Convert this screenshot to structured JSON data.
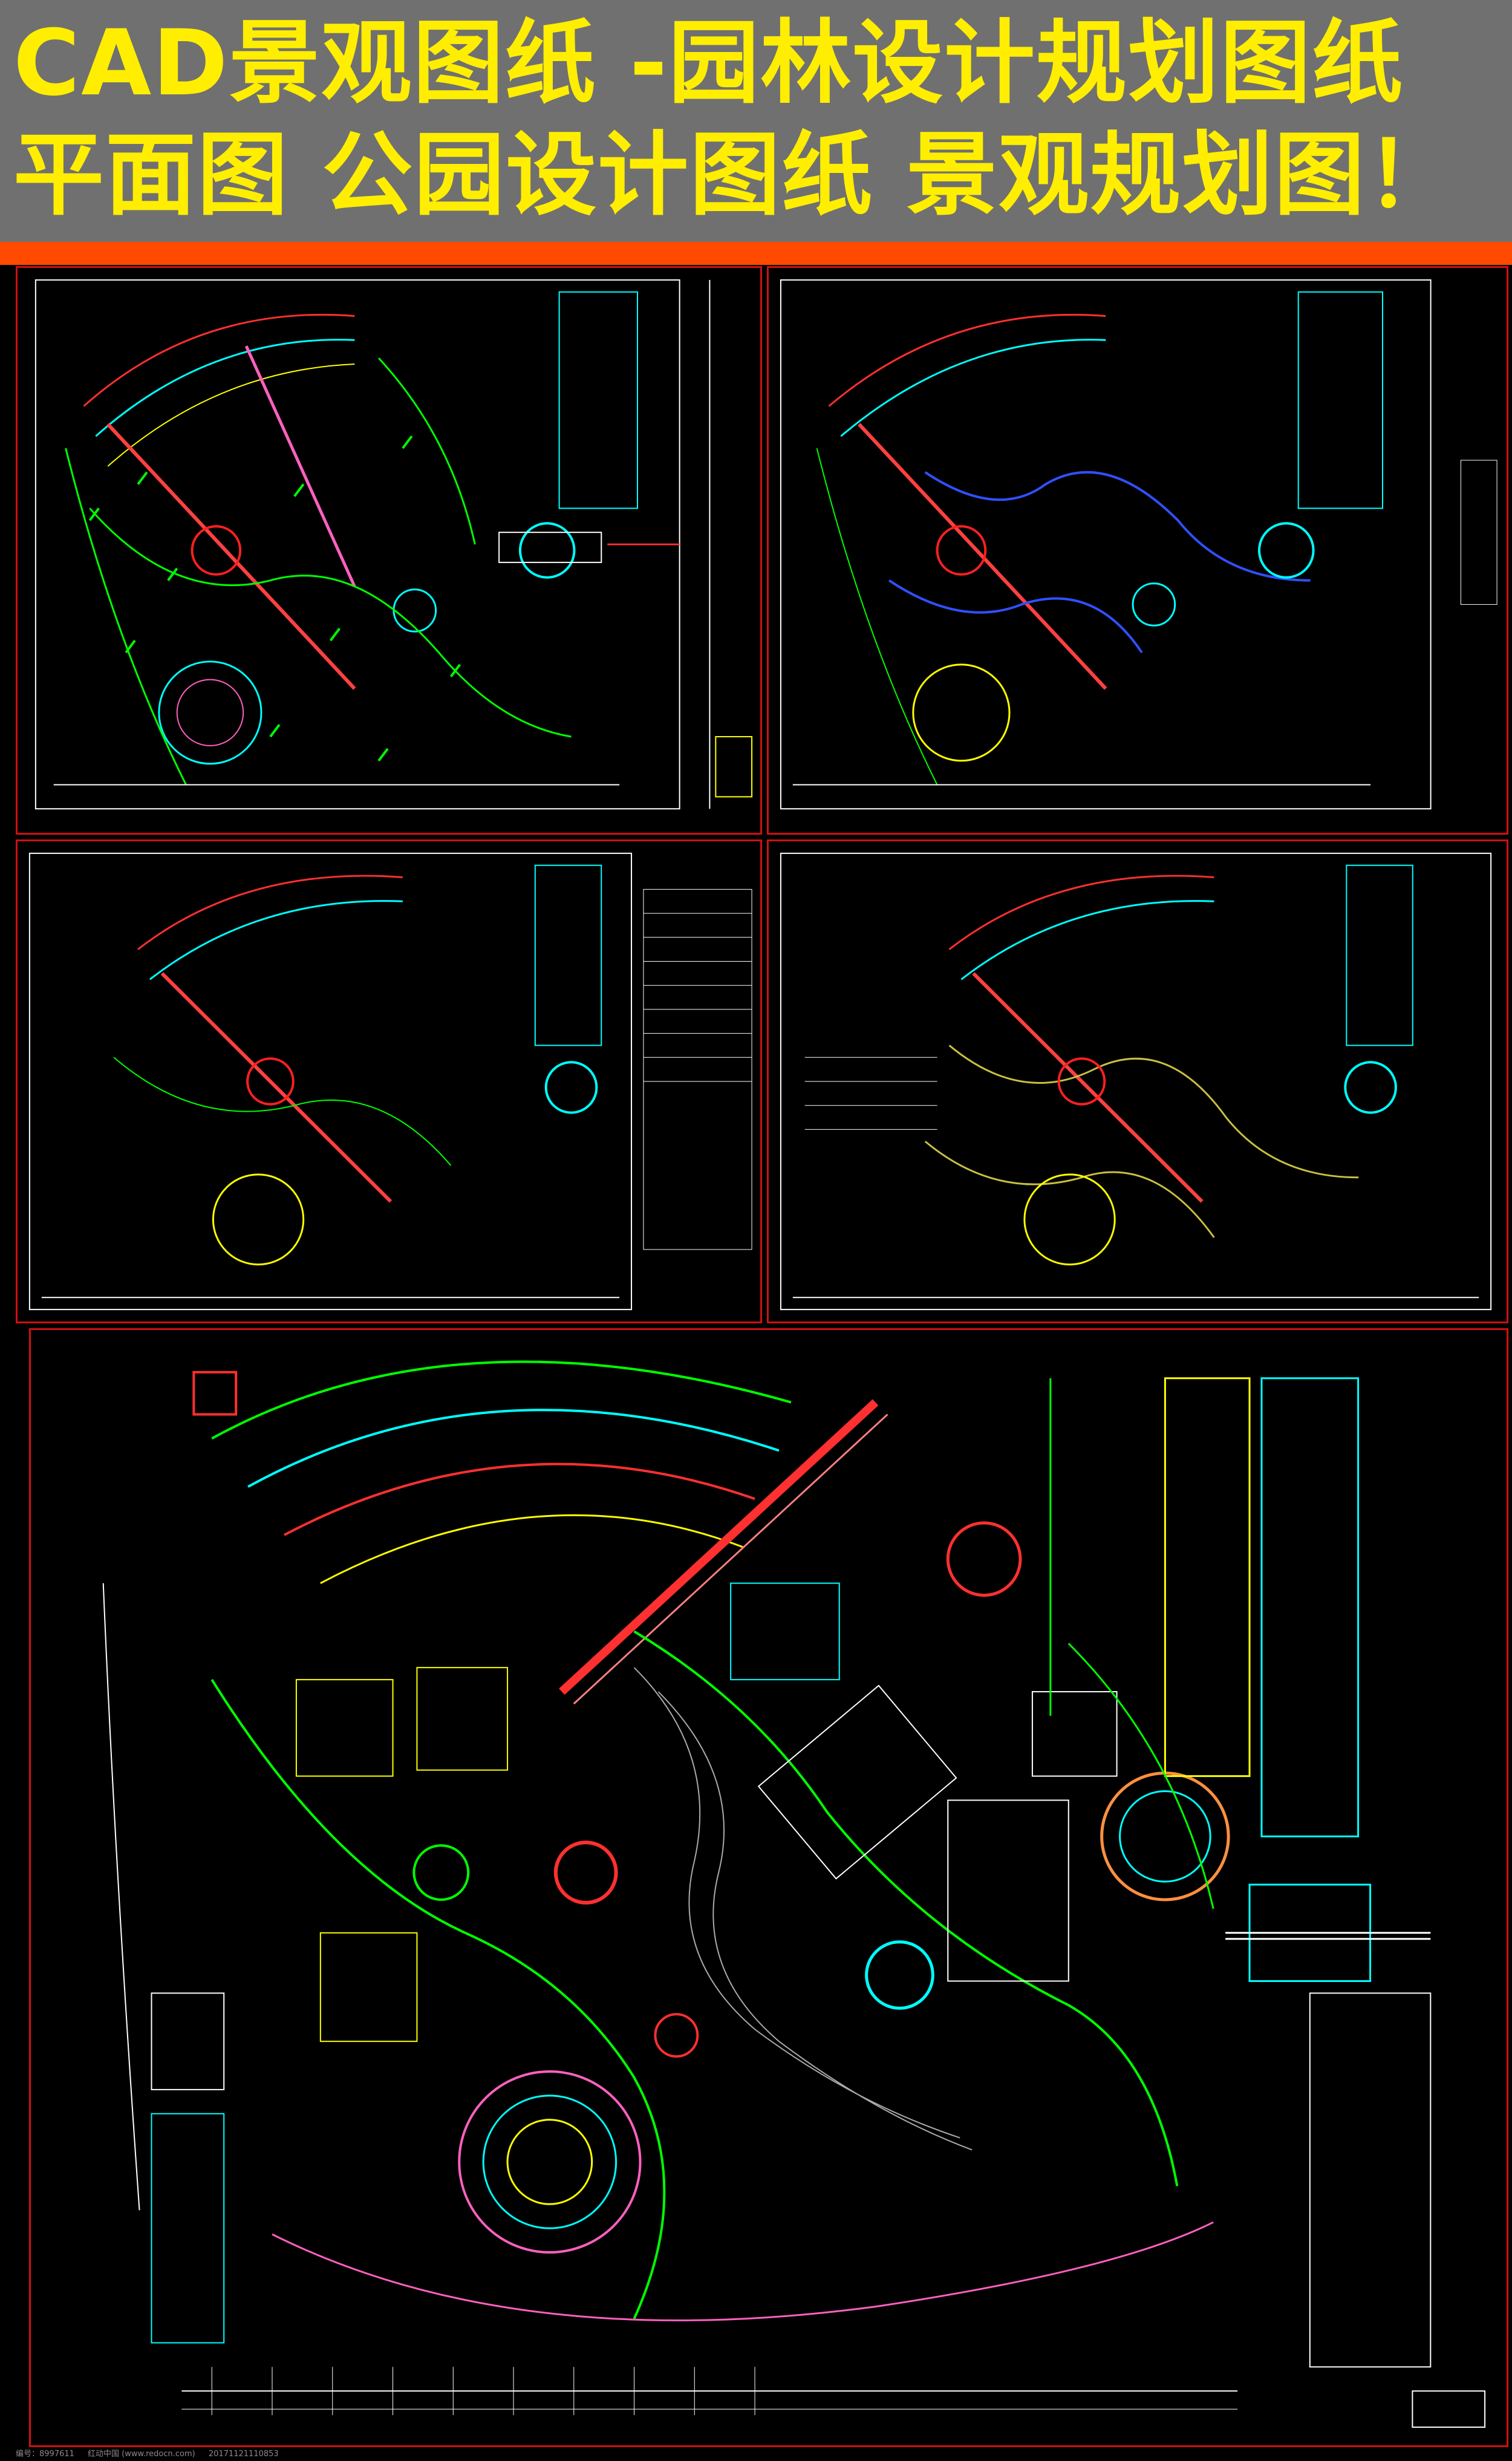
{
  "header": {
    "title_line1": "CAD景观图纸 -园林设计规划图纸",
    "title_line2": "平面图 公园设计图纸 景观规划图！"
  },
  "footer": {
    "id_text": "编号：8997611",
    "site_text": "红动中国 (www.redocn.com)",
    "date_text": "20171121110853"
  },
  "colors": {
    "title": "#ffee00",
    "header_bg": "#707070",
    "accent_bar": "#ff4a00",
    "frame": "#d01010"
  }
}
